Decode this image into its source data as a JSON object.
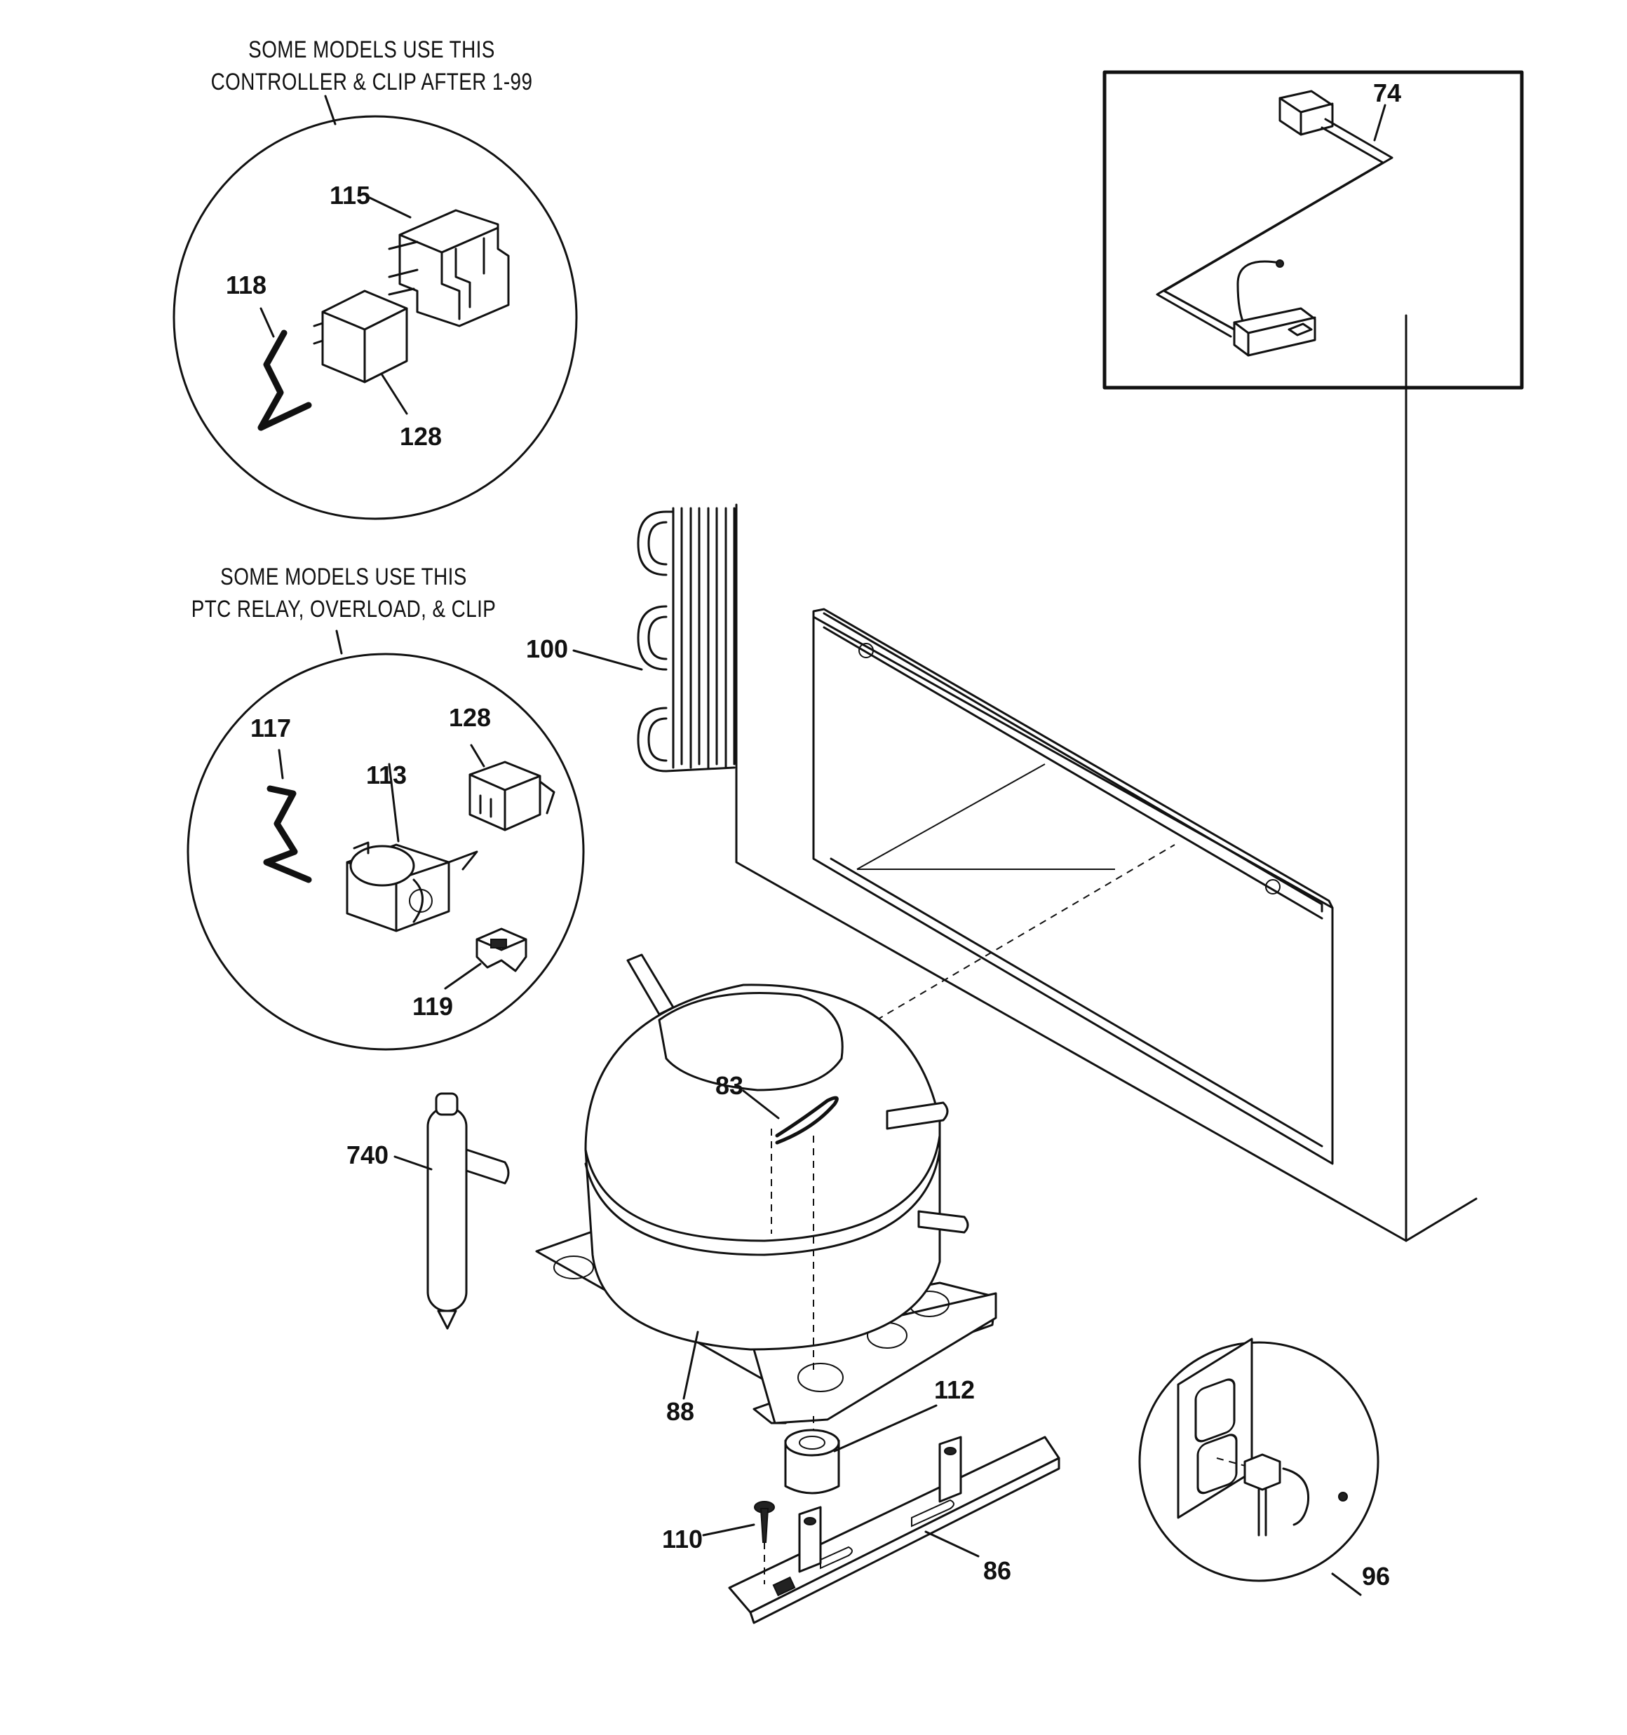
{
  "notes": {
    "controller": {
      "line1": "SOME MODELS USE THIS",
      "line2": "CONTROLLER & CLIP AFTER 1-99"
    },
    "ptc": {
      "line1": "SOME MODELS USE THIS",
      "line2": "PTC RELAY, OVERLOAD, & CLIP"
    }
  },
  "callouts": {
    "p74": "74",
    "p115": "115",
    "p118": "118",
    "p128_top": "128",
    "p100": "100",
    "p117": "117",
    "p128_mid": "128",
    "p113": "113",
    "p119": "119",
    "p83": "83",
    "p740": "740",
    "p88": "88",
    "p112": "112",
    "p110": "110",
    "p86": "86",
    "p96": "96"
  }
}
